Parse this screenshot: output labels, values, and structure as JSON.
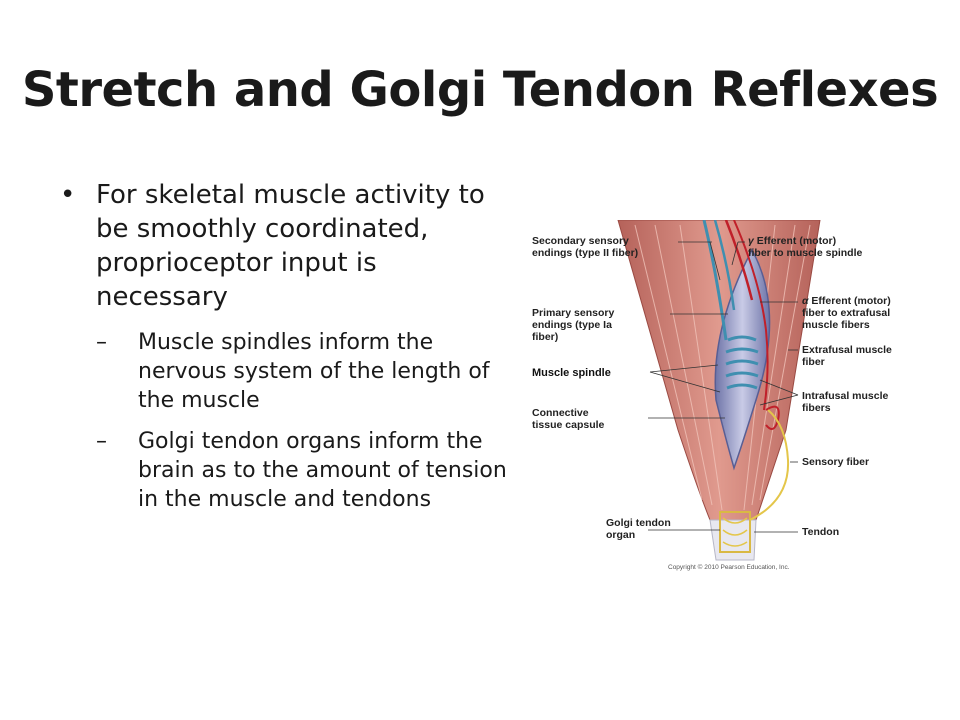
{
  "slide": {
    "title": "Stretch and Golgi Tendon Reflexes",
    "bullet_main": "For skeletal muscle activity to be smoothly coordinated, proprioceptor input is necessary",
    "bullet_mark": "•",
    "sub_mark": "–",
    "sub_bullets": [
      "Muscle spindles inform the nervous system of the length of the muscle",
      "Golgi tendon organs inform the brain as to the amount of tension in the muscle and tendons"
    ]
  },
  "figure": {
    "labels": {
      "secondary_l1": "Secondary sensory",
      "secondary_l2": "endings (type II fiber)",
      "gamma_symbol": "γ",
      "gamma_l1": " Efferent (motor)",
      "gamma_l2": "fiber to muscle spindle",
      "primary_l1": "Primary sensory",
      "primary_l2": "endings (type Ia",
      "primary_l3": "fiber)",
      "alpha_symbol": "α",
      "alpha_l1": " Efferent (motor)",
      "alpha_l2": "fiber to extrafusal",
      "alpha_l3": "muscle fibers",
      "extrafusal_l1": "Extrafusal muscle",
      "extrafusal_l2": "fiber",
      "spindle": "Muscle spindle",
      "intrafusal_l1": "Intrafusal muscle",
      "intrafusal_l2": "fibers",
      "capsule_l1": "Connective",
      "capsule_l2": "tissue capsule",
      "sensory_fiber": "Sensory fiber",
      "golgi_l1": "Golgi tendon",
      "golgi_l2": "organ",
      "tendon": "Tendon",
      "copyright": "Copyright © 2010 Pearson Education, Inc."
    },
    "colors": {
      "muscle": "#c9746a",
      "muscle_dark": "#a4534b",
      "tendon": "#e6e6ee",
      "spindle": "#8f95c4",
      "sensory_blue": "#3f8fb0",
      "motor_red": "#c0202a",
      "sensory_yellow": "#e4c64a",
      "leader": "#333333"
    }
  }
}
